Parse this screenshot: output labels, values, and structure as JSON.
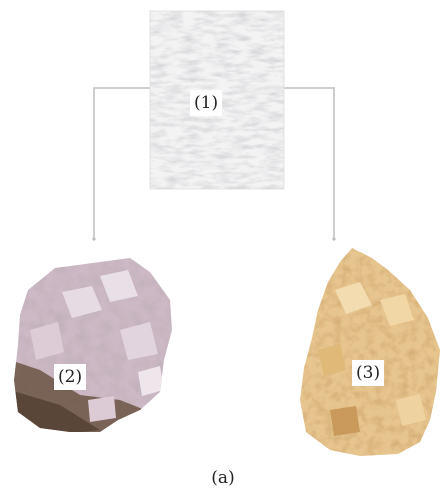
{
  "figure": {
    "caption": "(a)",
    "samples": [
      {
        "id": "1",
        "label": "(1)"
      },
      {
        "id": "2",
        "label": "(2)"
      },
      {
        "id": "3",
        "label": "(3)"
      }
    ]
  }
}
